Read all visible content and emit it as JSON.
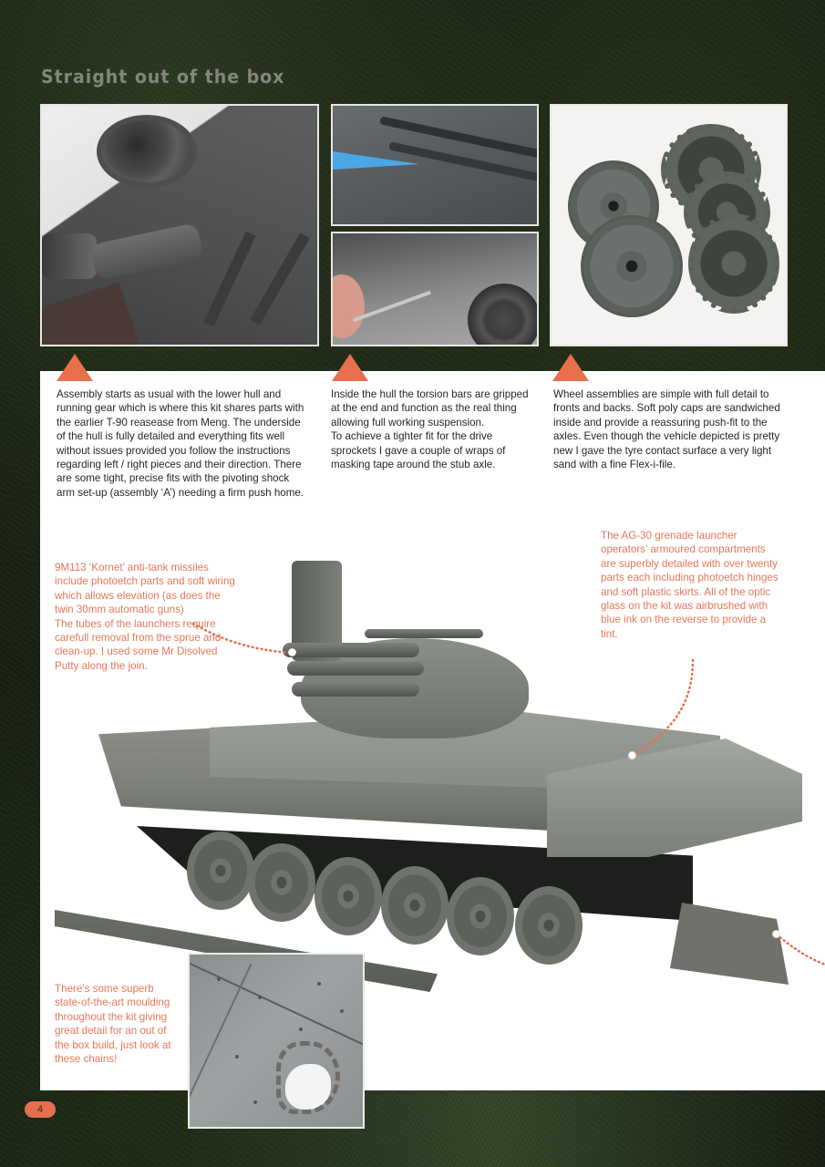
{
  "page": {
    "section_title": "Straight out of the box",
    "page_number": "4",
    "accent_color": "#e8704c",
    "caption_color": "#e7775a"
  },
  "photos": [
    {
      "id": "hull-underside-photo",
      "subject": "lower hull and shock arm assembly"
    },
    {
      "id": "torsion-bars-photo",
      "subject": "torsion bars inside hull with blue tool"
    },
    {
      "id": "sprocket-tape-photo",
      "subject": "masking tape around stub axle"
    },
    {
      "id": "wheel-assemblies-photo",
      "subject": "road wheels and drive sprockets"
    },
    {
      "id": "tank-main-photo",
      "subject": "complete model"
    },
    {
      "id": "chain-detail-photo",
      "subject": "ramp plate with chains"
    }
  ],
  "columns": [
    {
      "text": "Assembly starts as usual with the lower hull and running gear which is where this kit shares parts with the earlier T-90 reasease from Meng. The underside of the hull is fully detailed and everything fits well without issues provided you follow the instructions regarding left / right pieces and their direction. There are some tight, precise fits with the pivoting shock arm set-up (assembly ‘A’) needing a firm push home."
    },
    {
      "text": "Inside the hull the torsion bars are gripped at the end and function as the real thing allowing full working suspension.\nTo achieve a tighter fit for the drive sprockets I gave a couple of wraps of masking tape around the stub axle."
    },
    {
      "text": "Wheel assemblies are simple with full detail to fronts and backs. Soft poly caps are sandwiched inside and provide a reassuring push-fit to the axles. Even though the vehicle depicted is pretty new I gave the tyre contact surface a very light sand with a fine Flex-i-file."
    }
  ],
  "callouts": {
    "kornet": "9M113 ‘Kornet’ anti-tank missiles include photoetch parts and soft wiring which allows elevation (as does the twin 30mm automatic guns)\nThe tubes of the launchers require carefull removal from the sprue and clean-up. I used some Mr Disolved Putty along the join.",
    "ag30": "The AG-30 grenade launcher operators’ armoured compartments are superbly detailed with over twenty parts each including photoetch hinges and soft plastic skirts. All of the optic glass on the kit was airbrushed with blue ink on the reverse to provide a tint.",
    "moulding": "There’s some superb state-of-the-art moulding throughout the kit giving great detail for an out of the box build, just look at these chains!"
  }
}
